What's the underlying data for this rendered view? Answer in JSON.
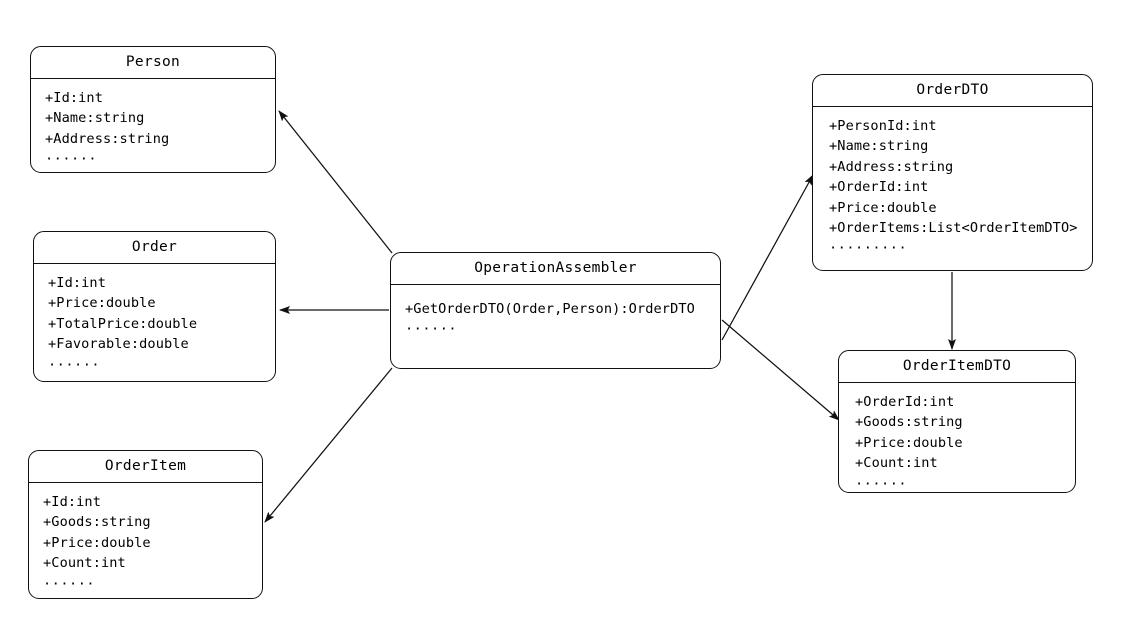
{
  "diagram": {
    "title": "Operation Assembler UML class diagram",
    "background_color": "#ffffff",
    "line_color": "#111111",
    "text_color": "#000000"
  },
  "classes": {
    "person": {
      "name": "Person",
      "members": [
        "+Id:int",
        "+Name:string",
        "+Address:string",
        "······"
      ]
    },
    "order": {
      "name": "Order",
      "members": [
        "+Id:int",
        "+Price:double",
        "+TotalPrice:double",
        "+Favorable:double",
        "······"
      ]
    },
    "orderitem": {
      "name": "OrderItem",
      "members": [
        "+Id:int",
        "+Goods:string",
        "+Price:double",
        "+Count:int",
        "······"
      ]
    },
    "operationassembler": {
      "name": "OperationAssembler",
      "members": [
        "+GetOrderDTO(Order,Person):OrderDTO",
        "······"
      ]
    },
    "orderdto": {
      "name": "OrderDTO",
      "members": [
        "+PersonId:int",
        "+Name:string",
        "+Address:string",
        "+OrderId:int",
        "+Price:double",
        "+OrderItems:List<OrderItemDTO>",
        "·········"
      ]
    },
    "orderitemdto": {
      "name": "OrderItemDTO",
      "members": [
        "+OrderId:int",
        "+Goods:string",
        "+Price:double",
        "+Count:int",
        "······"
      ]
    }
  },
  "edges": [
    {
      "id": "assembler-to-person",
      "from": "operationassembler",
      "to": "person",
      "label": ""
    },
    {
      "id": "assembler-to-order",
      "from": "operationassembler",
      "to": "order",
      "label": ""
    },
    {
      "id": "assembler-to-orderitem",
      "from": "operationassembler",
      "to": "orderitem",
      "label": ""
    },
    {
      "id": "assembler-to-orderdto",
      "from": "operationassembler",
      "to": "orderdto",
      "label": ""
    },
    {
      "id": "assembler-to-orderitemdto",
      "from": "operationassembler",
      "to": "orderitemdto",
      "label": ""
    },
    {
      "id": "orderdto-to-orderitemdto",
      "from": "orderdto",
      "to": "orderitemdto",
      "label": ""
    }
  ]
}
